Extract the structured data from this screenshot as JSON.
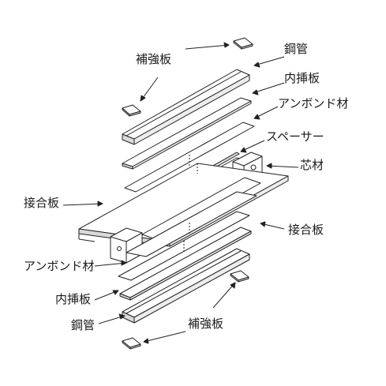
{
  "labels": {
    "reinforcing_plate_top": "補強板",
    "steel_pipe_top": "鋼管",
    "inner_plate_top": "内挿板",
    "unbond_material_top": "アンボンド材",
    "spacer": "スペーサー",
    "core_material": "芯材",
    "splice_plate_left": "接合板",
    "splice_plate_right": "接合板",
    "unbond_material_bottom": "アンボンド材",
    "inner_plate_bottom": "内挿板",
    "steel_pipe_bottom": "鋼管",
    "reinforcing_plate_bottom": "補強板"
  },
  "colors": {
    "line": "#222222",
    "fill": "#ffffff",
    "shade": "#d9d9d9",
    "text": "#1a1a1a"
  }
}
